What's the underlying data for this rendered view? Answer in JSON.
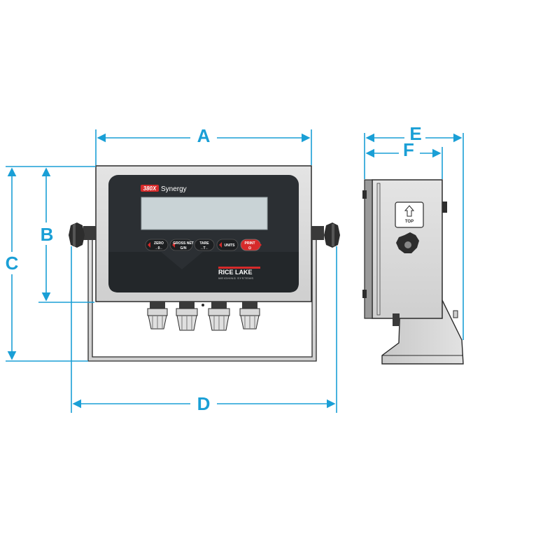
{
  "dimension_labels": {
    "a": "A",
    "b": "B",
    "c": "C",
    "d": "D",
    "e": "E",
    "f": "F"
  },
  "model": {
    "number": "380X",
    "name": "Synergy"
  },
  "keys": [
    {
      "label": "ZERO",
      "sub": "→0←"
    },
    {
      "label": "GROSS\nNET",
      "sub": "G/N"
    },
    {
      "label": "TARE",
      "sub": "→T←"
    },
    {
      "label": "UNITS",
      "sub": ""
    },
    {
      "label": "PRINT",
      "sub": "⏻"
    }
  ],
  "brand": {
    "name": "RICE LAKE",
    "tagline": "WEIGHING SYSTEMS"
  },
  "side_label": "TOP",
  "colors": {
    "dimension": "#1a9fd6",
    "accent": "#d62a2a",
    "panel": "#2b2f33",
    "display": "#c9d3d6"
  }
}
